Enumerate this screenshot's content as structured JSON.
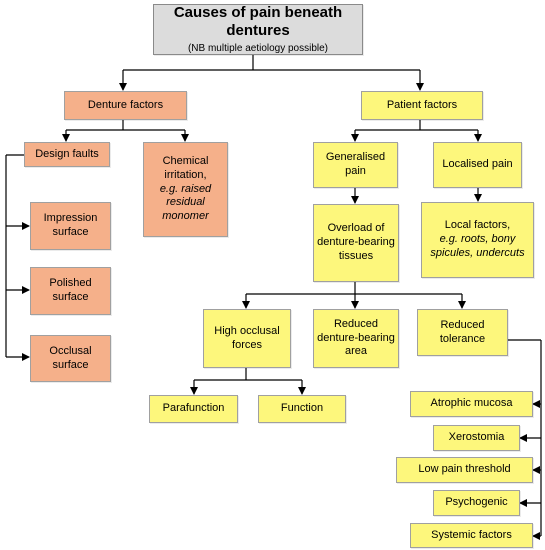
{
  "title": {
    "main": "Causes of pain beneath dentures",
    "sub": "(NB multiple aetiology  possible)"
  },
  "colors": {
    "denture": "#f5b08a",
    "patient": "#fdf77c",
    "title_bg": "#dcdcdc",
    "line": "#000000"
  },
  "denture_factors": {
    "label": "Denture factors",
    "design_faults": {
      "label": "Design faults",
      "items": [
        "Impression surface",
        "Polished surface",
        "Occlusal surface"
      ]
    },
    "chemical": {
      "text": "Chemical irritation,",
      "example": "e.g. raised residual monomer"
    }
  },
  "patient_factors": {
    "label": "Patient factors",
    "generalised": "Generalised pain",
    "localised": "Localised pain",
    "overload": "Overload of denture-bearing tissues",
    "local_factors": {
      "text": "Local factors,",
      "example": "e.g. roots, bony spicules, undercuts"
    },
    "high_occlusal": "High occlusal forces",
    "reduced_area": "Reduced denture-bearing area",
    "reduced_tolerance": "Reduced tolerance",
    "force_types": [
      "Parafunction",
      "Function"
    ],
    "tolerance_causes": [
      "Atrophic mucosa",
      "Xerostomia",
      "Low pain threshold",
      "Psychogenic",
      "Systemic factors"
    ]
  }
}
